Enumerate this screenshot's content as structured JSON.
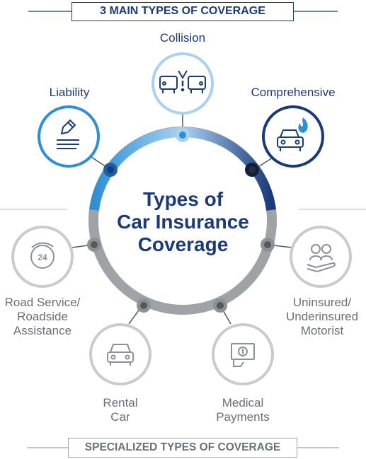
{
  "header_banner": "3 MAIN TYPES OF COVERAGE",
  "footer_banner": "SPECIALIZED TYPES OF COVERAGE",
  "center_title": "Types of\nCar Insurance\nCoverage",
  "main_types": [
    {
      "label": "Collision",
      "icon": "collision-icon"
    },
    {
      "label": "Liability",
      "icon": "pencil-document-icon"
    },
    {
      "label": "Comprehensive",
      "icon": "car-fire-icon"
    }
  ],
  "specialized_types": [
    {
      "label": "Road Service/\nRoadside\nAssistance",
      "icon": "24-hour-phone-icon"
    },
    {
      "label": "Rental\nCar",
      "icon": "car-icon"
    },
    {
      "label": "Medical\nPayments",
      "icon": "medical-payment-icon"
    },
    {
      "label": "Uninsured/\nUnderinsured\nMotorist",
      "icon": "people-hand-icon"
    }
  ],
  "colors": {
    "navy": "#1b3a7a",
    "blue": "#2e8fd4",
    "light_blue": "#a9d2f2",
    "gray": "#9fa2a6",
    "gray_text": "#6c6f73"
  }
}
